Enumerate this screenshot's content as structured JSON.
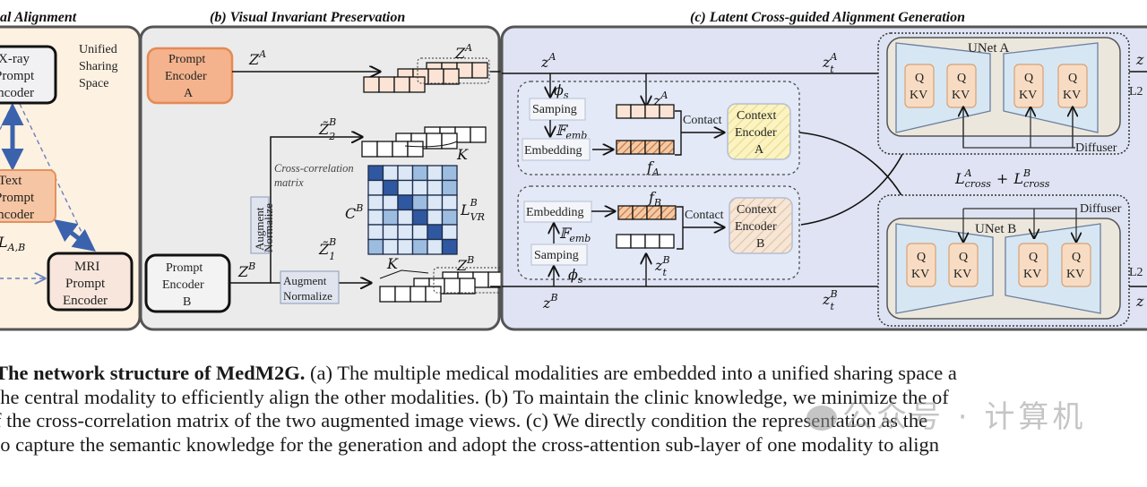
{
  "panels": {
    "a": {
      "title": "(a) Cross-modal Alignment",
      "title_visible": "al Alignment",
      "shared_space_label": [
        "Unified",
        "Sharing",
        "Space"
      ],
      "xray_encoder": [
        "X-ray",
        "Prompt",
        "Encoder"
      ],
      "text_encoder": [
        "Text",
        "Prompt",
        "Encoder"
      ],
      "mri_encoder": [
        "MRI",
        "Prompt",
        "Encoder"
      ],
      "loss_label": "L",
      "loss_sub": "A,B"
    },
    "b": {
      "title": "(b) Visual Invariant Preservation",
      "prompt_encoder_a": [
        "Prompt",
        "Encoder",
        "A"
      ],
      "prompt_encoder_b": [
        "Prompt",
        "Encoder",
        "B"
      ],
      "z_a_label": "Z",
      "z_a_sup": "A",
      "z_b_label": "Z",
      "z_b_sup": "B",
      "z2_label": "Z̃",
      "z2_sup": "B",
      "z2_sub": "2",
      "z1_label": "Z̃",
      "z1_sup": "B",
      "z1_sub": "1",
      "k_label": "K",
      "augment_vertical": [
        "Augment",
        "Normalize"
      ],
      "augment_horizontal": [
        "Augment",
        "Normalize"
      ],
      "cross_corr_label": [
        "Cross-correlation",
        "matrix"
      ],
      "c_label": "C",
      "c_sup": "B",
      "lvr_label": "L",
      "lvr_sup": "B",
      "lvr_sub": "VR",
      "matrix_levels": [
        [
          3,
          1,
          1,
          2,
          1,
          2
        ],
        [
          1,
          3,
          1,
          1,
          1,
          2
        ],
        [
          1,
          1,
          3,
          2,
          1,
          1
        ],
        [
          1,
          2,
          1,
          3,
          1,
          2
        ],
        [
          1,
          1,
          1,
          1,
          3,
          1
        ],
        [
          2,
          1,
          1,
          2,
          1,
          3
        ]
      ],
      "matrix_colors": [
        "#ffffff",
        "#dce8f6",
        "#9dbde0",
        "#2f58a0"
      ]
    },
    "c": {
      "title": "(c) Latent Cross-guided Alignment Generation",
      "z_a": "z",
      "z_a_sup": "A",
      "z_b": "z",
      "z_b_sup": "B",
      "phi": "ϕ",
      "phi_sub": "s",
      "femb": "𝔽",
      "femb_sub": "emb",
      "sampling": "Samping",
      "embedding": "Embedding",
      "zt": "z",
      "zt_sub": "t",
      "contact": "Contact",
      "f_a": "f",
      "f_a_sub": "A",
      "f_b": "f",
      "f_b_sub": "B",
      "context_encoder_a": [
        "Context",
        "Encoder",
        "A"
      ],
      "context_encoder_b": [
        "Context",
        "Encoder",
        "B"
      ],
      "unet_a": "UNet A",
      "unet_b": "UNet B",
      "q": "Q",
      "kv": "KV",
      "diffuser": "Diffuser",
      "cross_loss": "L",
      "cross_loss_sub": "cross",
      "cross_plus": "+",
      "l2": "L2",
      "z_out": "z"
    }
  },
  "caption": {
    "lines": [
      {
        "bold": "The network structure of MedM2G.",
        "text": " (a) The multiple medical modalities are embedded into a unified sharing space a"
      },
      {
        "bold": "",
        "text": "the central modality to efficiently align the other modalities. (b) To maintain the clinic knowledge, we minimize the of"
      },
      {
        "bold": "",
        "text": "f the cross-correlation matrix of the two augmented image views.  (c) We directly condition the representation as the"
      },
      {
        "bold": "",
        "text": " to capture the semantic knowledge for the generation and adopt the cross-attention sub-layer of one modality to align"
      }
    ]
  },
  "watermark": "公众号 · 计算机"
}
